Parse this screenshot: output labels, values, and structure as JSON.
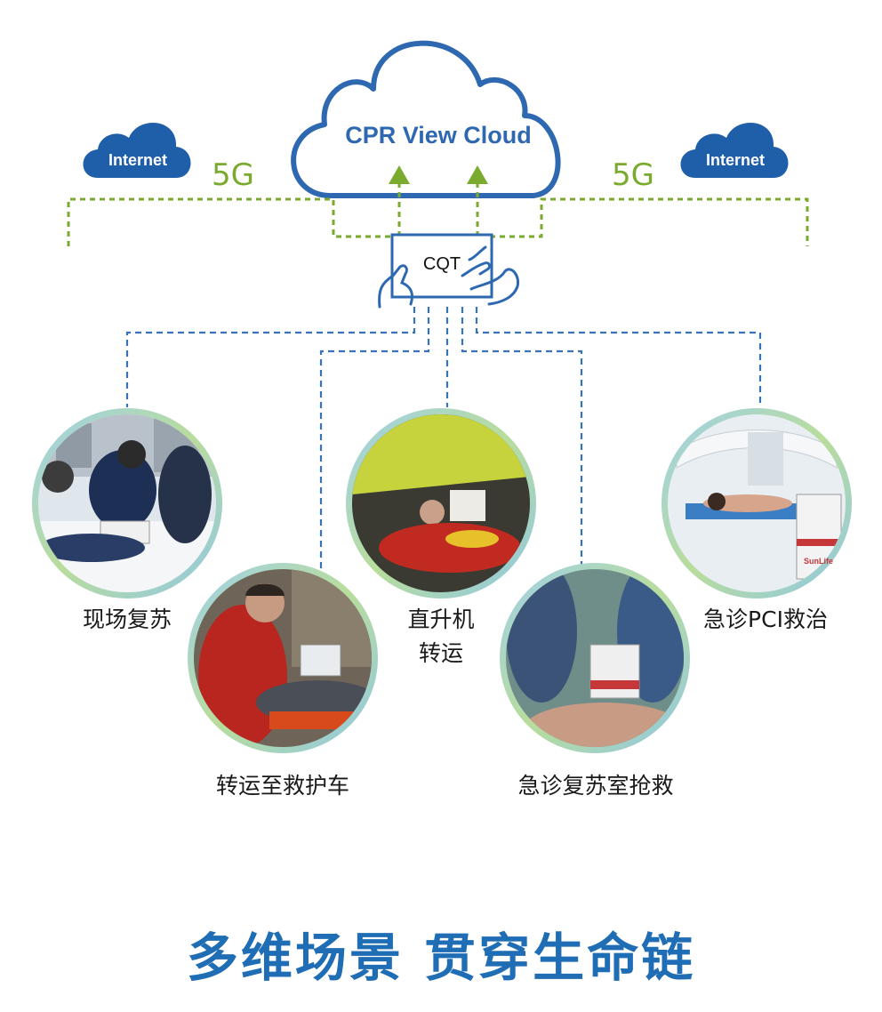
{
  "cloud": {
    "label": "CPR View Cloud"
  },
  "internet_left": {
    "label": "Internet"
  },
  "internet_right": {
    "label": "Internet"
  },
  "network_left": {
    "label": "5G"
  },
  "network_right": {
    "label": "5G"
  },
  "device": {
    "label": "CQT"
  },
  "scenes": [
    {
      "label": "现场复苏"
    },
    {
      "label": "转运至救护车"
    },
    {
      "label_line1": "直升机",
      "label_line2": "转运"
    },
    {
      "label": "急诊复苏室抢救"
    },
    {
      "label": "急诊PCI救治"
    }
  ],
  "monitor_brand": "SunLife",
  "headline": "多维场景  贯穿生命链",
  "colors": {
    "cloud_blue": "#2d68b1",
    "badge_blue": "#1f5ea8",
    "network_green": "#7aab2f",
    "link_blue": "#3a72b9",
    "headline_blue": "#1f6db5"
  }
}
